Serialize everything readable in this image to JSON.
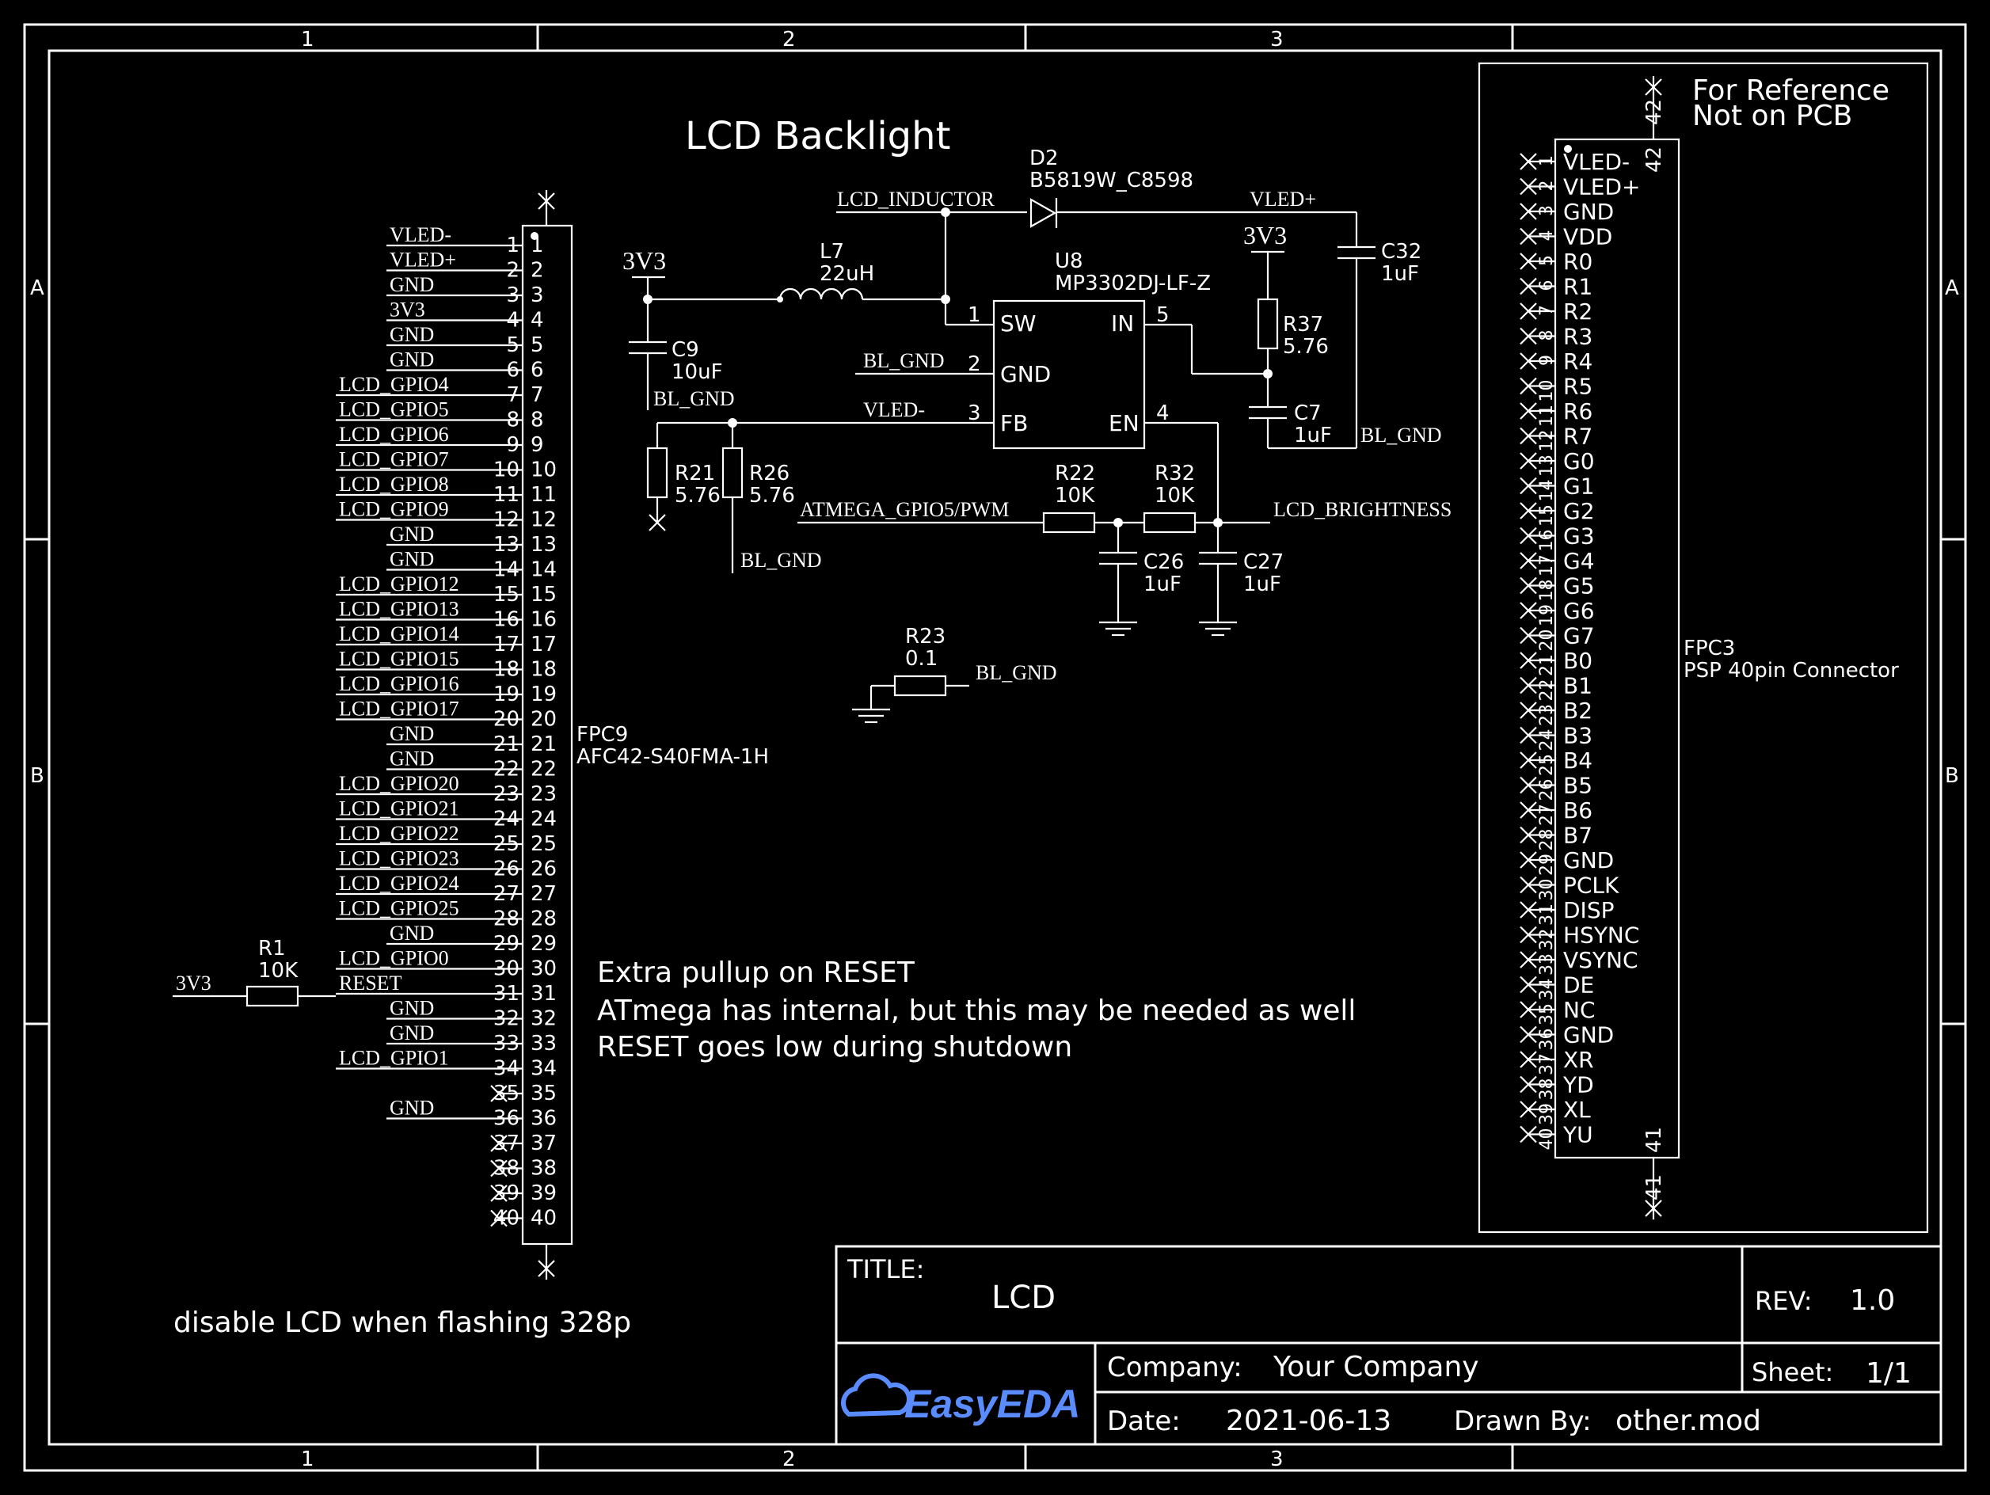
{
  "colors": {
    "background": "#000000",
    "ink": "#ffffff",
    "brand": "#5b8cff"
  },
  "frame": {
    "col_labels": [
      "1",
      "2",
      "3"
    ],
    "row_labels": [
      "A",
      "B"
    ]
  },
  "backlight": {
    "heading": "LCD Backlight",
    "d2_ref": "D2",
    "d2_val": "B5819W_C8598",
    "net_lcd_inductor": "LCD_INDUCTOR",
    "net_vled_plus": "VLED+",
    "net_3v3_a": "3V3",
    "net_3v3_b": "3V3",
    "l7_ref": "L7",
    "l7_val": "22uH",
    "c32_ref": "C32",
    "c32_val": "1uF",
    "u8_ref": "U8",
    "u8_val": "MP3302DJ-LF-Z",
    "u8_pins": [
      "SW",
      "GND",
      "FB",
      "IN",
      "EN"
    ],
    "u8_nums": [
      "1",
      "2",
      "3",
      "5",
      "4"
    ],
    "c9_ref": "C9",
    "c9_val": "10uF",
    "r37_ref": "R37",
    "r37_val": "5.76",
    "c7_ref": "C7",
    "c7_val": "1uF",
    "net_bl_gnd": "BL_GND",
    "net_vled_minus": "VLED-",
    "r21_ref": "R21",
    "r21_val": "5.76",
    "r26_ref": "R26",
    "r26_val": "5.76",
    "r22_ref": "R22",
    "r22_val": "10K",
    "r32_ref": "R32",
    "r32_val": "10K",
    "net_pwm": "ATMEGA_GPIO5/PWM",
    "net_brightness": "LCD_BRIGHTNESS",
    "c26_ref": "C26",
    "c26_val": "1uF",
    "c27_ref": "C27",
    "c27_val": "1uF",
    "r23_ref": "R23",
    "r23_val": "0.1"
  },
  "fpc9": {
    "ref": "FPC9",
    "value": "AFC42-S40FMA-1H",
    "nets": [
      "VLED-",
      "VLED+",
      "GND",
      "3V3",
      "GND",
      "GND",
      "LCD_GPIO4",
      "LCD_GPIO5",
      "LCD_GPIO6",
      "LCD_GPIO7",
      "LCD_GPIO8",
      "LCD_GPIO9",
      "GND",
      "GND",
      "LCD_GPIO12",
      "LCD_GPIO13",
      "LCD_GPIO14",
      "LCD_GPIO15",
      "LCD_GPIO16",
      "LCD_GPIO17",
      "GND",
      "GND",
      "LCD_GPIO20",
      "LCD_GPIO21",
      "LCD_GPIO22",
      "LCD_GPIO23",
      "LCD_GPIO24",
      "LCD_GPIO25",
      "GND",
      "LCD_GPIO0",
      "RESET",
      "GND",
      "GND",
      "LCD_GPIO1",
      "",
      "GND",
      "",
      "",
      "",
      ""
    ],
    "r1_ref": "R1",
    "r1_val": "10K",
    "r1_net": "3V3"
  },
  "fpc3": {
    "ref": "FPC3",
    "value": "PSP 40pin Connector",
    "note_line1": "For Reference",
    "note_line2": "Not on PCB",
    "pins": [
      "VLED-",
      "VLED+",
      "GND",
      "VDD",
      "R0",
      "R1",
      "R2",
      "R3",
      "R4",
      "R5",
      "R6",
      "R7",
      "G0",
      "G1",
      "G2",
      "G3",
      "G4",
      "G5",
      "G6",
      "G7",
      "B0",
      "B1",
      "B2",
      "B3",
      "B4",
      "B5",
      "B6",
      "B7",
      "GND",
      "PCLK",
      "DISP",
      "HSYNC",
      "VSYNC",
      "DE",
      "NC",
      "GND",
      "XR",
      "YD",
      "XL",
      "YU"
    ],
    "pin41": "41",
    "pin42": "42"
  },
  "notes": {
    "reset_line1": "Extra pullup on RESET",
    "reset_line2": "ATmega has internal, but this may be needed as well",
    "reset_line3": "RESET goes low during shutdown",
    "flashing": "disable LCD when flashing 328p"
  },
  "titleblock": {
    "title_label": "TITLE:",
    "title": "LCD",
    "rev_label": "REV:",
    "rev": "1.0",
    "company_label": "Company:",
    "company": "Your Company",
    "sheet_label": "Sheet:",
    "sheet": "1/1",
    "date_label": "Date:",
    "date": "2021-06-13",
    "drawn_label": "Drawn By:",
    "drawn": "other.mod",
    "logo": "EasyEDA"
  }
}
